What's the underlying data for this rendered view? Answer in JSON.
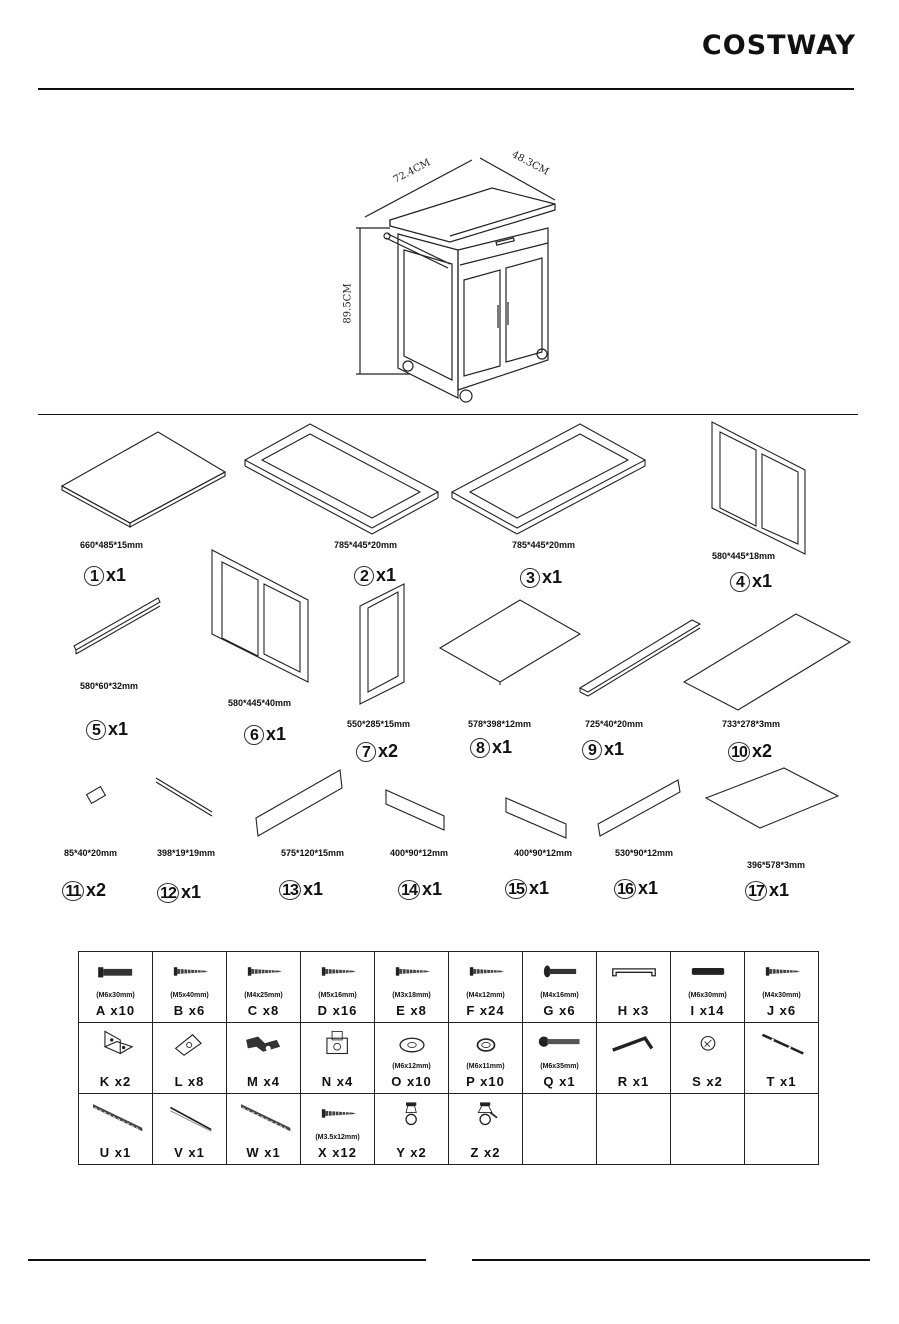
{
  "brand": "COSTWAY",
  "overview": {
    "width": "72.4CM",
    "depth": "48.3CM",
    "height": "89.5CM"
  },
  "parts": [
    {
      "num": "1",
      "qty": "x1",
      "size": "660*485*15mm"
    },
    {
      "num": "2",
      "qty": "x1",
      "size": "785*445*20mm"
    },
    {
      "num": "3",
      "qty": "x1",
      "size": "785*445*20mm"
    },
    {
      "num": "4",
      "qty": "x1",
      "size": "580*445*18mm"
    },
    {
      "num": "5",
      "qty": "x1",
      "size": "580*60*32mm"
    },
    {
      "num": "6",
      "qty": "x1",
      "size": "580*445*40mm"
    },
    {
      "num": "7",
      "qty": "x2",
      "size": "550*285*15mm"
    },
    {
      "num": "8",
      "qty": "x1",
      "size": "578*398*12mm"
    },
    {
      "num": "9",
      "qty": "x1",
      "size": "725*40*20mm"
    },
    {
      "num": "10",
      "qty": "x2",
      "size": "733*278*3mm"
    },
    {
      "num": "11",
      "qty": "x2",
      "size": "85*40*20mm"
    },
    {
      "num": "12",
      "qty": "x1",
      "size": "398*19*19mm"
    },
    {
      "num": "13",
      "qty": "x1",
      "size": "575*120*15mm"
    },
    {
      "num": "14",
      "qty": "x1",
      "size": "400*90*12mm"
    },
    {
      "num": "15",
      "qty": "x1",
      "size": "400*90*12mm"
    },
    {
      "num": "16",
      "qty": "x1",
      "size": "530*90*12mm"
    },
    {
      "num": "17",
      "qty": "x1",
      "size": "396*578*3mm"
    }
  ],
  "hardware": [
    [
      {
        "spec": "(M6x30mm)",
        "label": "A x10",
        "icon": "long-bolt-icon"
      },
      {
        "spec": "(M5x40mm)",
        "label": "B x6",
        "icon": "screw-icon"
      },
      {
        "spec": "(M4x25mm)",
        "label": "C x8",
        "icon": "screw-icon"
      },
      {
        "spec": "(M5x16mm)",
        "label": "D x16",
        "icon": "screw-icon"
      },
      {
        "spec": "(M3x18mm)",
        "label": "E x8",
        "icon": "screw-icon"
      },
      {
        "spec": "(M4x12mm)",
        "label": "F x24",
        "icon": "screw-icon"
      },
      {
        "spec": "(M4x16mm)",
        "label": "G x6",
        "icon": "bolt-icon"
      },
      {
        "spec": "",
        "label": "H x3",
        "icon": "handle-icon"
      },
      {
        "spec": "(M6x30mm)",
        "label": "I x14",
        "icon": "dowel-icon"
      },
      {
        "spec": "(M4x30mm)",
        "label": "J x6",
        "icon": "screw-icon"
      }
    ],
    [
      {
        "spec": "",
        "label": "K x2",
        "icon": "angle-bracket-icon"
      },
      {
        "spec": "",
        "label": "L x8",
        "icon": "corner-block-icon"
      },
      {
        "spec": "",
        "label": "M x4",
        "icon": "hinge-icon"
      },
      {
        "spec": "",
        "label": "N x4",
        "icon": "magnetic-catch-icon"
      },
      {
        "spec": "(M6x12mm)",
        "label": "O x10",
        "icon": "washer-icon"
      },
      {
        "spec": "(M6x11mm)",
        "label": "P x10",
        "icon": "spring-washer-icon"
      },
      {
        "spec": "(M6x35mm)",
        "label": "Q x1",
        "icon": "connector-bolt-icon"
      },
      {
        "spec": "",
        "label": "R x1",
        "icon": "allen-key-icon"
      },
      {
        "spec": "",
        "label": "S x2",
        "icon": "cam-lock-icon"
      },
      {
        "spec": "",
        "label": "T x1",
        "icon": "towel-bar-bracket-icon"
      }
    ],
    [
      {
        "spec": "",
        "label": "U x1",
        "icon": "drawer-slide-icon"
      },
      {
        "spec": "",
        "label": "V x1",
        "icon": "rod-icon"
      },
      {
        "spec": "",
        "label": "W x1",
        "icon": "drawer-slide-icon"
      },
      {
        "spec": "(M3.5x12mm)",
        "label": "X x12",
        "icon": "screw-icon"
      },
      {
        "spec": "",
        "label": "Y x2",
        "icon": "caster-icon"
      },
      {
        "spec": "",
        "label": "Z x2",
        "icon": "caster-brake-icon"
      },
      {
        "spec": "",
        "label": "",
        "icon": ""
      },
      {
        "spec": "",
        "label": "",
        "icon": ""
      },
      {
        "spec": "",
        "label": "",
        "icon": ""
      },
      {
        "spec": "",
        "label": "",
        "icon": ""
      }
    ]
  ]
}
